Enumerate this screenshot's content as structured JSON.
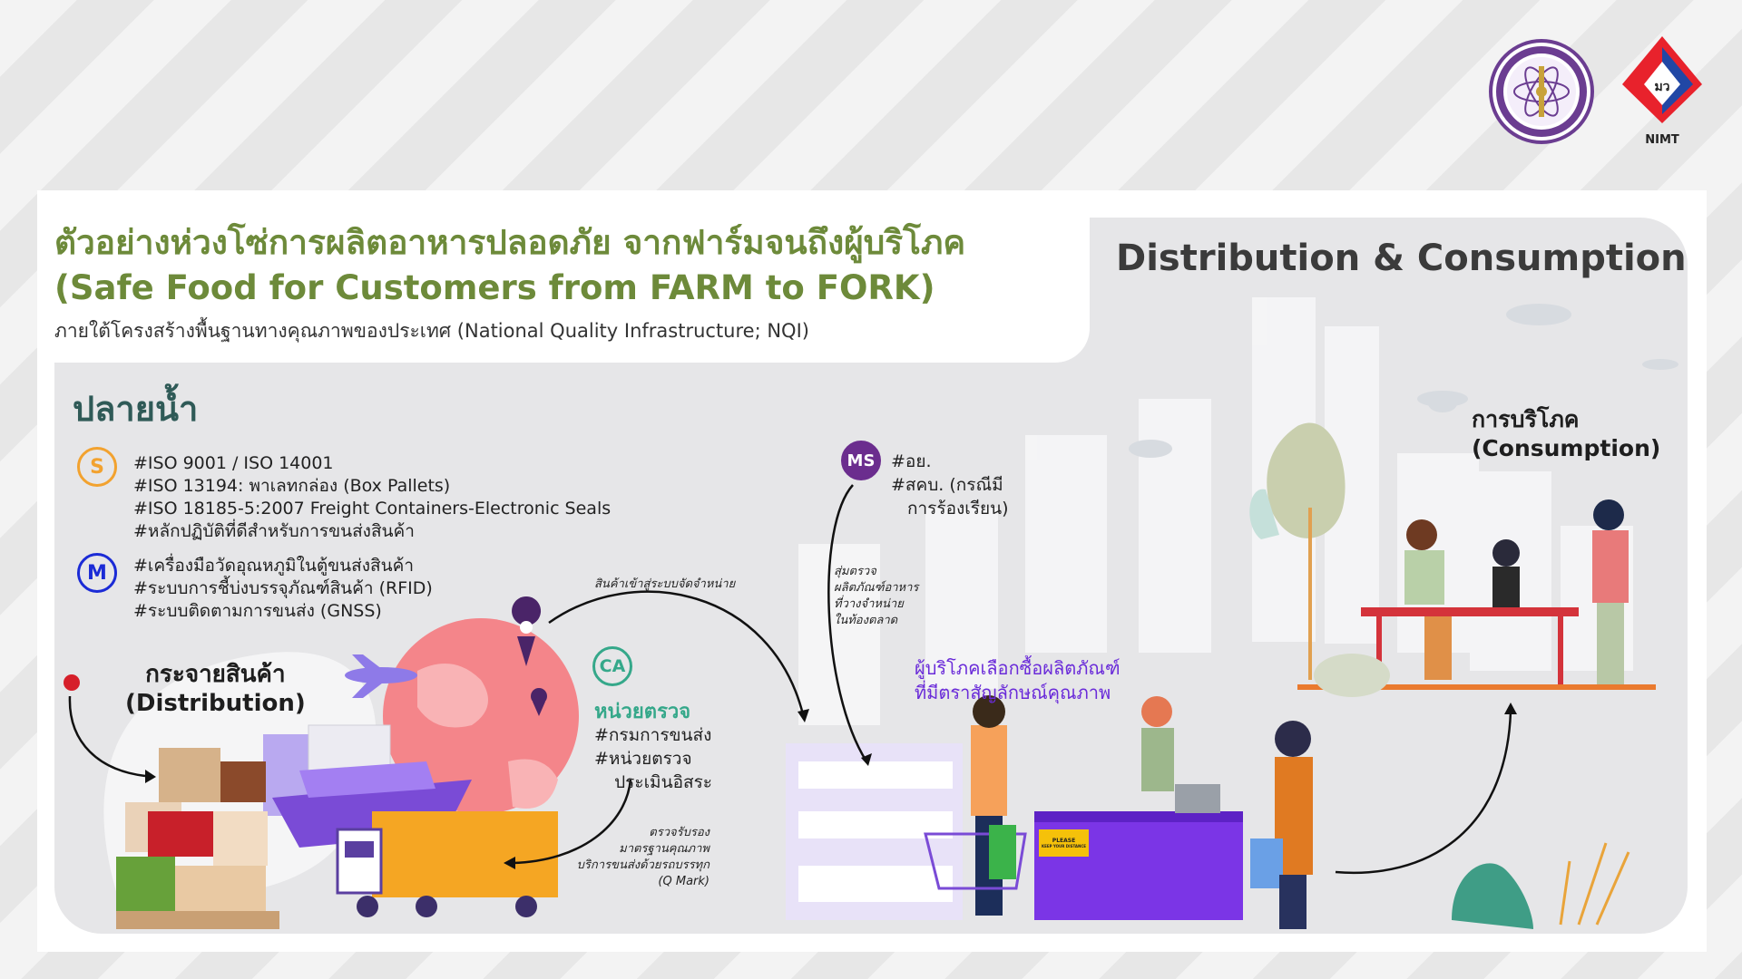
{
  "header": {
    "title_th": "ตัวอย่างห่วงโซ่การผลิตอาหารปลอดภัย จากฟาร์มจนถึงผู้บริโภค",
    "title_en": "(Safe Food for Customers from FARM to FORK)",
    "tagline": "ภายใต้โครงสร้างพื้นฐานทางคุณภาพของประเทศ (National Quality Infrastructure; NQI)"
  },
  "logos": {
    "ministry": "ministry-seal-icon",
    "nimt_abbr_th": "มว",
    "nimt_label": "NIMT"
  },
  "section_title": "Distribution & Consumption",
  "downstream": {
    "title": "ปลายน้ำ",
    "standards_badge": "S",
    "standards": [
      "#ISO 9001 / ISO 14001",
      "#ISO 13194: พาเลทกล่อง (Box Pallets)",
      "#ISO 18185-5:2007 Freight Containers-Electronic Seals",
      "#หลักปฏิบัติที่ดีสำหรับการขนส่งสินค้า"
    ],
    "metrology_badge": "M",
    "metrology": [
      "#เครื่องมือวัดอุณหภูมิในตู้ขนส่งสินค้า",
      "#ระบบการชี้บ่งบรรจุภัณฑ์สินค้า (RFID)",
      "#ระบบติดตามการขนส่ง (GNSS)"
    ]
  },
  "distribution": {
    "label_line1": "กระจายสินค้า",
    "label_line2": "(Distribution)",
    "arrow_note": "สินค้าเข้าสู่ระบบจัดจำหน่าย"
  },
  "ca": {
    "badge": "CA",
    "title": "หน่วยตรวจ",
    "items": [
      "#กรมการขนส่ง",
      "#หน่วยตรวจ",
      "ประเมินอิสระ"
    ],
    "note_lines": [
      "ตรวจรับรอง",
      "มาตรฐานคุณภาพ",
      "บริการขนส่งด้วยรถบรรทุก",
      "(Q Mark)"
    ]
  },
  "ms": {
    "badge": "MS",
    "items": [
      "#อย.",
      "#สคบ. (กรณีมี",
      "การร้องเรียน)"
    ],
    "note_lines": [
      "สุ่มตรวจ",
      "ผลิตภัณฑ์อาหาร",
      "ที่วางจำหน่าย",
      "ในท้องตลาด"
    ]
  },
  "shopping": {
    "line1": "ผู้บริโภคเลือกซื้อผลิตภัณฑ์",
    "line2": "ที่มีตราสัญลักษณ์คุณภาพ",
    "counter_sign_1": "PLEASE",
    "counter_sign_2": "KEEP YOUR DISTANCE"
  },
  "consumption": {
    "label_line1": "การบริโภค",
    "label_line2": "(Consumption)"
  },
  "colors": {
    "title_green": "#6d8a3a",
    "ca_green": "#35a88a",
    "s_orange": "#f2a22f",
    "m_blue": "#1b2bd6",
    "ms_purple": "#6b2d8e",
    "shop_purple": "#6a2bd9"
  }
}
